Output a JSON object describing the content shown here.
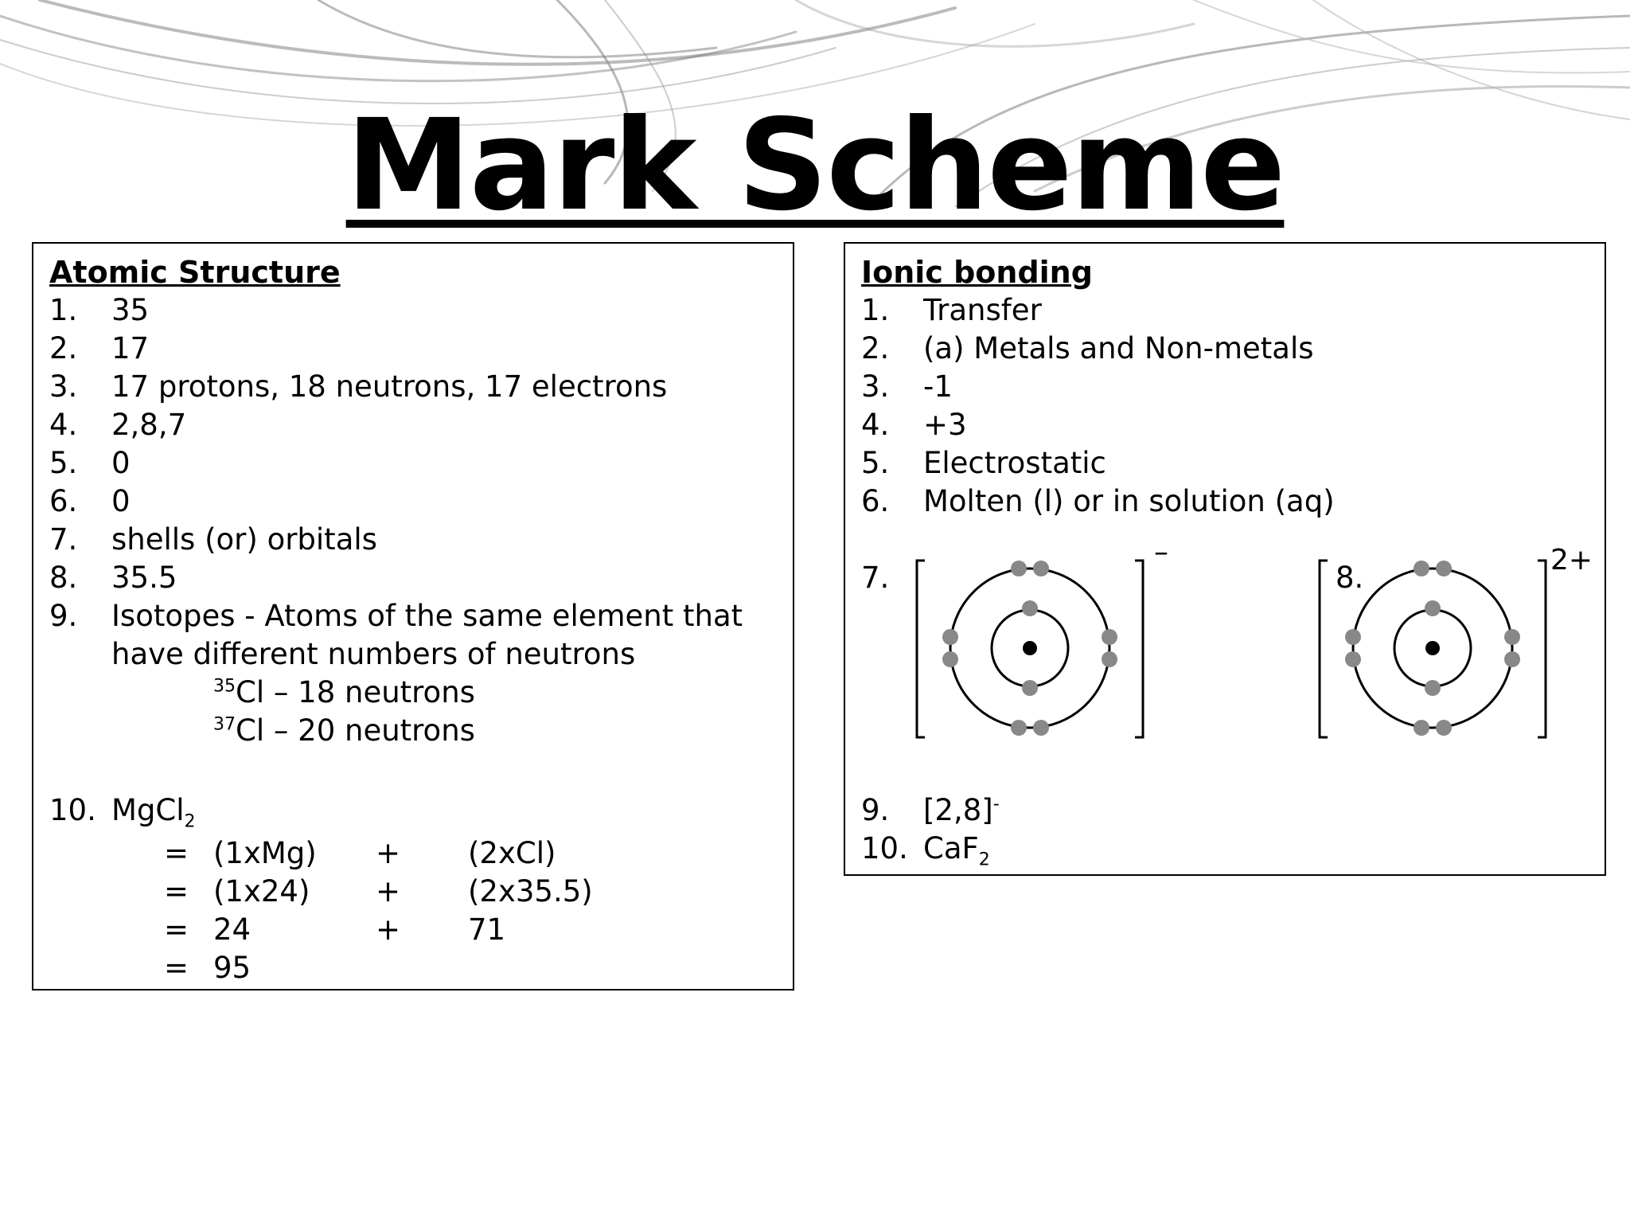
{
  "title": "Mark Scheme",
  "atomic": {
    "heading": "Atomic Structure",
    "items": [
      {
        "n": "1.",
        "text": "35"
      },
      {
        "n": "2.",
        "text": "17"
      },
      {
        "n": "3.",
        "text": "17 protons, 18 neutrons, 17 electrons"
      },
      {
        "n": "4.",
        "text": "2,8,7"
      },
      {
        "n": "5.",
        "text": "0"
      },
      {
        "n": "6.",
        "text": "0"
      },
      {
        "n": "7.",
        "text": "shells (or) orbitals"
      },
      {
        "n": "8.",
        "text": "35.5"
      },
      {
        "n": "9.",
        "text": "Isotopes - Atoms of the same element that"
      }
    ],
    "item9_cont": "have different numbers of neutrons",
    "isotopes": [
      {
        "mass": "35",
        "symbol": "Cl",
        "text": " – 18 neutrons"
      },
      {
        "mass": "37",
        "symbol": "Cl",
        "text": " – 20 neutrons"
      }
    ],
    "item10": {
      "n": "10.",
      "formula": "MgCl",
      "sub": "2"
    },
    "calc": [
      {
        "eq": "=",
        "a": "(1xMg)",
        "op": "+",
        "b": "(2xCl)"
      },
      {
        "eq": "=",
        "a": "(1x24)",
        "op": "+",
        "b": "(2x35.5)"
      },
      {
        "eq": "=",
        "a": "24",
        "op": "+",
        "b": "71"
      },
      {
        "eq": "=",
        "a": "95",
        "op": "",
        "b": ""
      }
    ]
  },
  "ionic": {
    "heading": "Ionic bonding",
    "items": [
      {
        "n": "1.",
        "text": "Transfer"
      },
      {
        "n": "2.",
        "text": "(a) Metals and Non-metals"
      },
      {
        "n": "3.",
        "text": "-1"
      },
      {
        "n": "4.",
        "text": "+3"
      },
      {
        "n": "5.",
        "text": "Electrostatic"
      },
      {
        "n": "6.",
        "text": "Molten (l) or in solution (aq)"
      }
    ],
    "item7_label": "7.",
    "item7_charge": "–",
    "item8_label": "8.",
    "item8_charge": "2+",
    "item9": {
      "n": "9.",
      "text": "[2,8]",
      "sup": "-"
    },
    "item10": {
      "n": "10.",
      "formula": "CaF",
      "sub": "2"
    }
  },
  "colors": {
    "electron": "#888888",
    "text": "#000000"
  }
}
